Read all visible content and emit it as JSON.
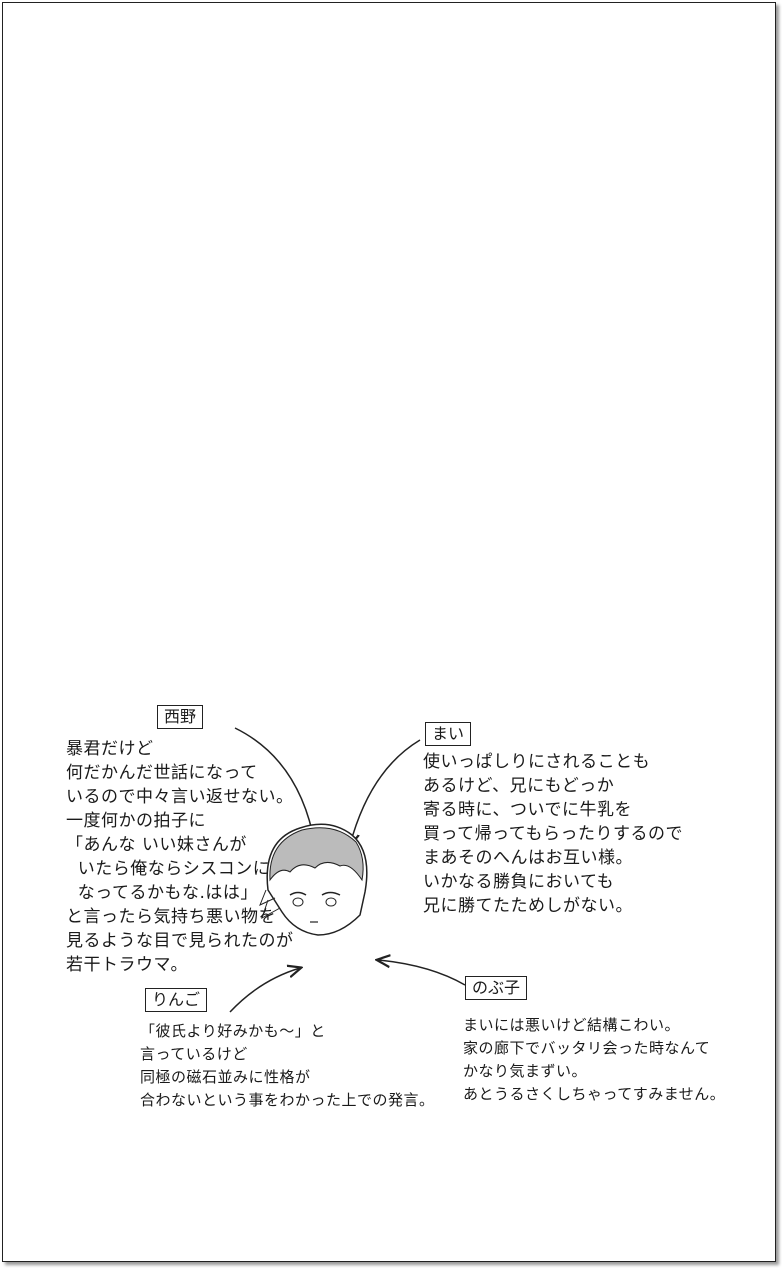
{
  "characters": [
    {
      "name": "西野",
      "lines": [
        "暴君だけど",
        "何だかんだ世話になって",
        "いるので中々言い返せない。",
        "一度何かの拍子に",
        "「あんな いい妹さんが",
        "  いたら俺ならシスコンに",
        "  なってるかもな.はは」",
        "と言ったら気持ち悪い物を",
        "見るような目で見られたのが",
        "若干トラウマ。"
      ]
    },
    {
      "name": "まい",
      "lines": [
        "使いっぱしりにされることも",
        "あるけど、兄にもどっか",
        "寄る時に、ついでに牛乳を",
        "買って帰ってもらったりするので",
        "まあそのへんはお互い様。",
        "いかなる勝負においても",
        "兄に勝てたためしがない。"
      ]
    },
    {
      "name": "りんご",
      "lines": [
        "「彼氏より好みかも～」と",
        "言っているけど",
        "同極の磁石並みに性格が",
        "合わないという事をわかった上での発言。"
      ]
    },
    {
      "name": "のぶ子",
      "lines": [
        "まいには悪いけど結構こわい。",
        "家の廊下でバッタリ会った時なんて",
        "かなり気まずい。",
        "あとうるさくしちゃってすみません。"
      ]
    }
  ]
}
